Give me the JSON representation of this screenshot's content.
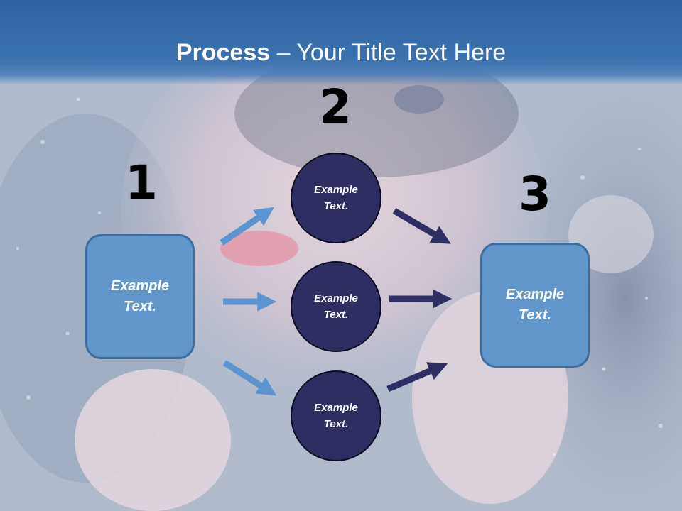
{
  "title": {
    "bold": "Process",
    "rest": " – Your Title Text Here"
  },
  "steps": {
    "one": "1",
    "two": "2",
    "three": "3"
  },
  "boxes": {
    "left": {
      "line1": "Example",
      "line2": "Text."
    },
    "right": {
      "line1": "Example",
      "line2": "Text."
    }
  },
  "circles": [
    {
      "line1": "Example",
      "line2": "Text."
    },
    {
      "line1": "Example",
      "line2": "Text."
    },
    {
      "line1": "Example",
      "line2": "Text."
    }
  ],
  "colors": {
    "box": "#6196cb",
    "circle": "#2e2e62",
    "arrow_light": "#5b94cf",
    "arrow_dark": "#2e2e62",
    "title_bar": "#3a72b0"
  }
}
